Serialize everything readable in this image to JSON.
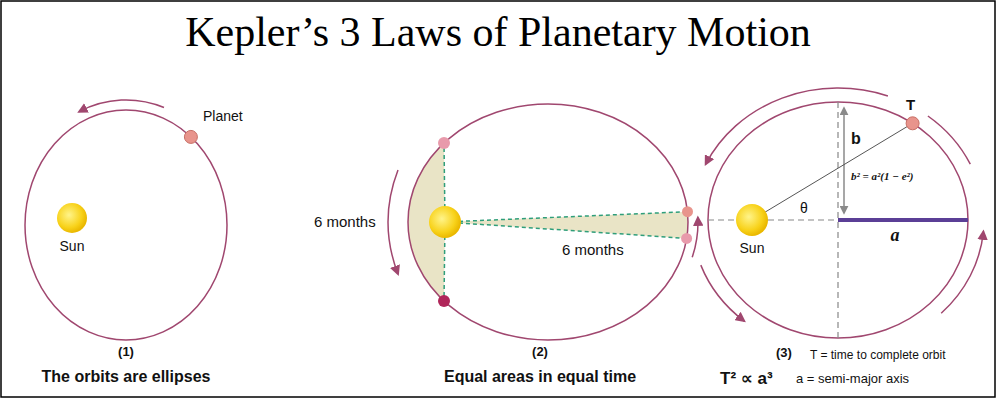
{
  "diagram": {
    "title": "Kepler’s 3 Laws of Planetary Motion",
    "labels": [
      "Planet",
      "Sun",
      "6 months",
      "6 months",
      "T",
      "b",
      "b² = a²(1 − e²)",
      "θ",
      "Sun",
      "a",
      "(1)",
      "The orbits are ellipses",
      "(2)",
      "Equal areas in equal time",
      "(3)",
      "T = time to complete orbit",
      "T² ∝ a³",
      "a = semi-major axis"
    ]
  }
}
